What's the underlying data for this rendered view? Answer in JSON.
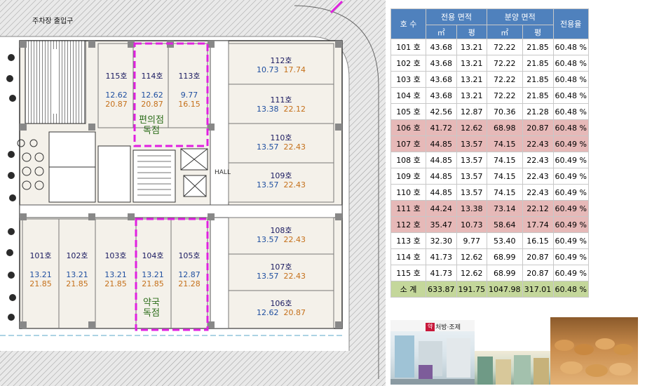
{
  "plan": {
    "parking_entrance": "주차장 출입구",
    "hall": "HALL",
    "units": [
      {
        "id": "115",
        "label": "115호",
        "area_m2": "12.62",
        "area_py": "20.87"
      },
      {
        "id": "114",
        "label": "114호",
        "area_m2": "12.62",
        "area_py": "20.87"
      },
      {
        "id": "113",
        "label": "113호",
        "area_m2": "9.77",
        "area_py": "16.15"
      },
      {
        "id": "112",
        "label": "112호",
        "area_m2": "10.73",
        "area_py": "17.74"
      },
      {
        "id": "111",
        "label": "111호",
        "area_m2": "13.38",
        "area_py": "22.12"
      },
      {
        "id": "110",
        "label": "110호",
        "area_m2": "13.57",
        "area_py": "22.43"
      },
      {
        "id": "109",
        "label": "109호",
        "area_m2": "13.57",
        "area_py": "22.43"
      },
      {
        "id": "108",
        "label": "108호",
        "area_m2": "13.57",
        "area_py": "22.43"
      },
      {
        "id": "107",
        "label": "107호",
        "area_m2": "13.57",
        "area_py": "22.43"
      },
      {
        "id": "106",
        "label": "106호",
        "area_m2": "12.62",
        "area_py": "20.87"
      },
      {
        "id": "101",
        "label": "101호",
        "area_m2": "13.21",
        "area_py": "21.85"
      },
      {
        "id": "102",
        "label": "102호",
        "area_m2": "13.21",
        "area_py": "21.85"
      },
      {
        "id": "103",
        "label": "103호",
        "area_m2": "13.21",
        "area_py": "21.85"
      },
      {
        "id": "104",
        "label": "104호",
        "area_m2": "13.21",
        "area_py": "21.85"
      },
      {
        "id": "105",
        "label": "105호",
        "area_m2": "12.87",
        "area_py": "21.28"
      }
    ],
    "exclusive_1": [
      "편의점",
      "독점"
    ],
    "exclusive_2": [
      "약국",
      "독점"
    ]
  },
  "table": {
    "header": {
      "unit": "호 수",
      "exclusive_area": "전용 면적",
      "sale_area": "분양 면적",
      "ratio": "전용율",
      "sqm": "㎡",
      "pyeong": "평"
    },
    "rows": [
      {
        "unit": "101 호",
        "ex_m2": "43.68",
        "ex_py": "13.21",
        "sa_m2": "72.22",
        "sa_py": "21.85",
        "ratio": "60.48 %",
        "highlight": false
      },
      {
        "unit": "102 호",
        "ex_m2": "43.68",
        "ex_py": "13.21",
        "sa_m2": "72.22",
        "sa_py": "21.85",
        "ratio": "60.48 %",
        "highlight": false
      },
      {
        "unit": "103 호",
        "ex_m2": "43.68",
        "ex_py": "13.21",
        "sa_m2": "72.22",
        "sa_py": "21.85",
        "ratio": "60.48 %",
        "highlight": false
      },
      {
        "unit": "104 호",
        "ex_m2": "43.68",
        "ex_py": "13.21",
        "sa_m2": "72.22",
        "sa_py": "21.85",
        "ratio": "60.48 %",
        "highlight": false
      },
      {
        "unit": "105 호",
        "ex_m2": "42.56",
        "ex_py": "12.87",
        "sa_m2": "70.36",
        "sa_py": "21.28",
        "ratio": "60.48 %",
        "highlight": false
      },
      {
        "unit": "106 호",
        "ex_m2": "41.72",
        "ex_py": "12.62",
        "sa_m2": "68.98",
        "sa_py": "20.87",
        "ratio": "60.48 %",
        "highlight": true
      },
      {
        "unit": "107 호",
        "ex_m2": "44.85",
        "ex_py": "13.57",
        "sa_m2": "74.15",
        "sa_py": "22.43",
        "ratio": "60.49 %",
        "highlight": true
      },
      {
        "unit": "108 호",
        "ex_m2": "44.85",
        "ex_py": "13.57",
        "sa_m2": "74.15",
        "sa_py": "22.43",
        "ratio": "60.49 %",
        "highlight": false
      },
      {
        "unit": "109 호",
        "ex_m2": "44.85",
        "ex_py": "13.57",
        "sa_m2": "74.15",
        "sa_py": "22.43",
        "ratio": "60.49 %",
        "highlight": false
      },
      {
        "unit": "110 호",
        "ex_m2": "44.85",
        "ex_py": "13.57",
        "sa_m2": "74.15",
        "sa_py": "22.43",
        "ratio": "60.49 %",
        "highlight": false
      },
      {
        "unit": "111 호",
        "ex_m2": "44.24",
        "ex_py": "13.38",
        "sa_m2": "73.14",
        "sa_py": "22.12",
        "ratio": "60.49 %",
        "highlight": true
      },
      {
        "unit": "112 호",
        "ex_m2": "35.47",
        "ex_py": "10.73",
        "sa_m2": "58.64",
        "sa_py": "17.74",
        "ratio": "60.49 %",
        "highlight": true
      },
      {
        "unit": "113 호",
        "ex_m2": "32.30",
        "ex_py": "9.77",
        "sa_m2": "53.40",
        "sa_py": "16.15",
        "ratio": "60.49 %",
        "highlight": false
      },
      {
        "unit": "114 호",
        "ex_m2": "41.73",
        "ex_py": "12.62",
        "sa_m2": "68.99",
        "sa_py": "20.87",
        "ratio": "60.49 %",
        "highlight": false
      },
      {
        "unit": "115 호",
        "ex_m2": "41.73",
        "ex_py": "12.62",
        "sa_m2": "68.99",
        "sa_py": "20.87",
        "ratio": "60.49 %",
        "highlight": false
      }
    ],
    "total": {
      "unit": "소 계",
      "ex_m2": "633.87",
      "ex_py": "191.75",
      "sa_m2": "1047.98",
      "sa_py": "317.01",
      "ratio": "60.48 %"
    }
  },
  "photos": {
    "pharmacy_sign": "처방·조제",
    "pharmacy_badge": "약"
  },
  "colors": {
    "header_blue": "#4f81bd",
    "highlight_pink": "#e6b9b8",
    "total_green": "#c4d79b",
    "magenta_outline": "#e020e0",
    "value_blue": "#1f4fa0",
    "value_orange": "#c5701a"
  }
}
